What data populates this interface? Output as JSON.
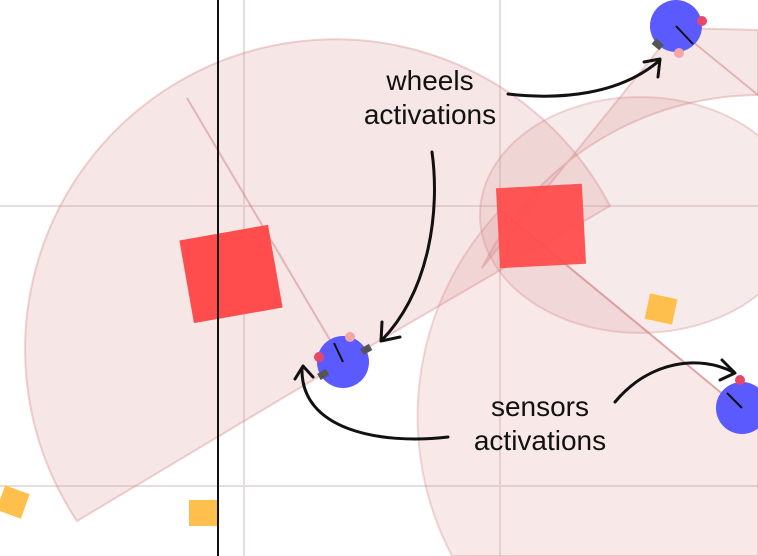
{
  "annotations": {
    "wheels": {
      "line1": "wheels",
      "line2": "activations"
    },
    "sensors": {
      "line1": "sensors",
      "line2": "activations"
    }
  },
  "colors": {
    "background": "#ffffff",
    "grid": "#e6dede",
    "sensor_field": "#e8b7b7",
    "obstacle": "#ff4d4d",
    "food": "#ffbf4d",
    "robot": "#5a5aff",
    "wheel": "#444444",
    "sensor_dot": "#e8476a",
    "ink": "#111111"
  },
  "icons": [
    "robot-icon",
    "obstacle-square",
    "food-square",
    "sensor-cone",
    "annotation-arrow"
  ]
}
